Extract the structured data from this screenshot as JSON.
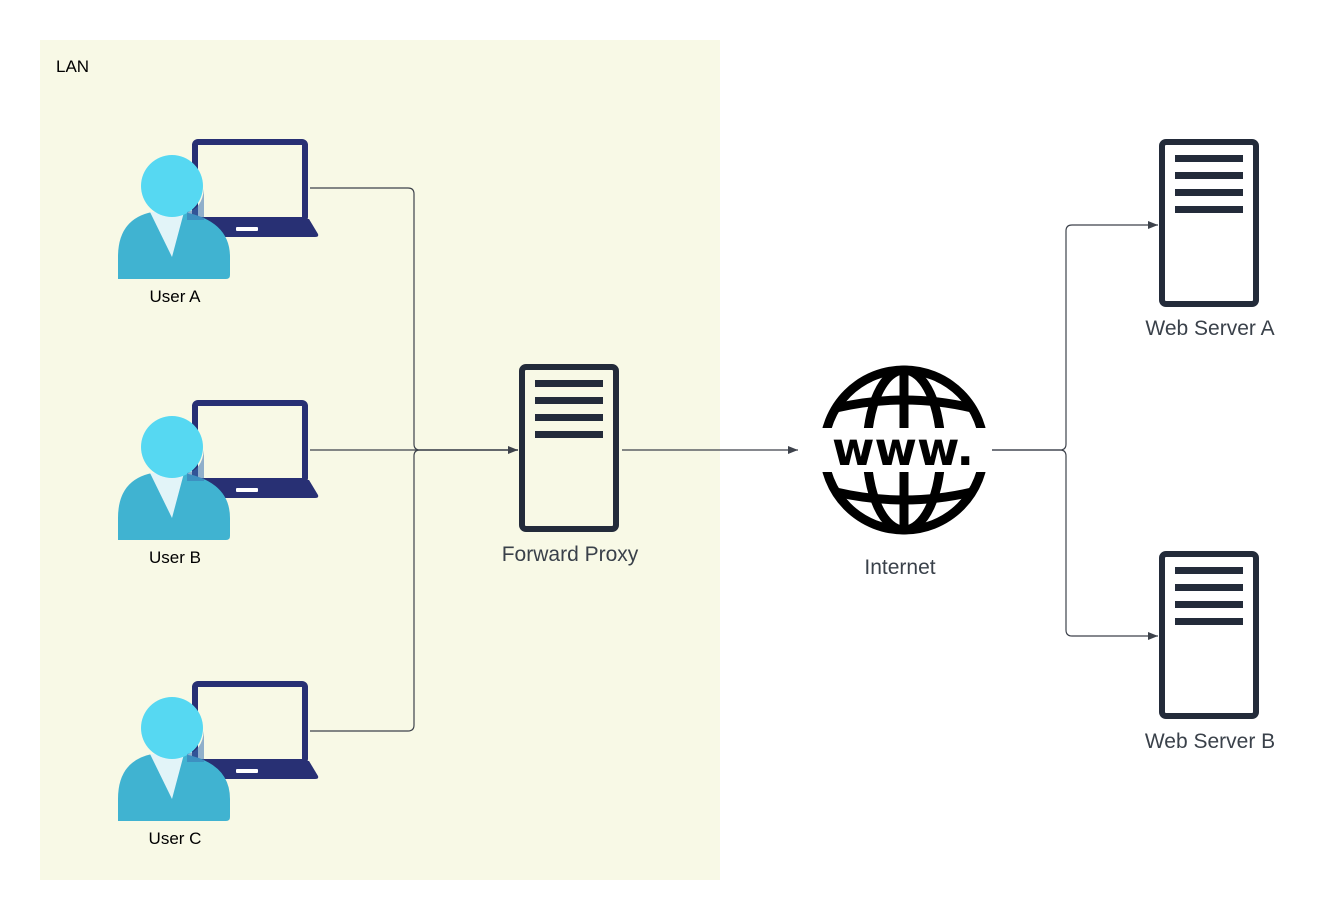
{
  "lan": {
    "label": "LAN",
    "fill": "#f8f9e6"
  },
  "users": [
    {
      "id": "a",
      "label": "User A"
    },
    {
      "id": "b",
      "label": "User B"
    },
    {
      "id": "c",
      "label": "User C"
    }
  ],
  "proxy": {
    "label": "Forward Proxy",
    "icon": "server-icon"
  },
  "internet": {
    "label": "Internet",
    "icon": "www-globe-icon",
    "globe_text": "www."
  },
  "servers": [
    {
      "id": "a",
      "label": "Web Server A",
      "icon": "server-icon"
    },
    {
      "id": "b",
      "label": "Web Server B",
      "icon": "server-icon"
    }
  ],
  "colors": {
    "server_stroke": "#232b3a",
    "laptop": "#283074",
    "user_head": "#56d8f2",
    "user_body": "#40b3d1",
    "connector": "#3d424b"
  }
}
